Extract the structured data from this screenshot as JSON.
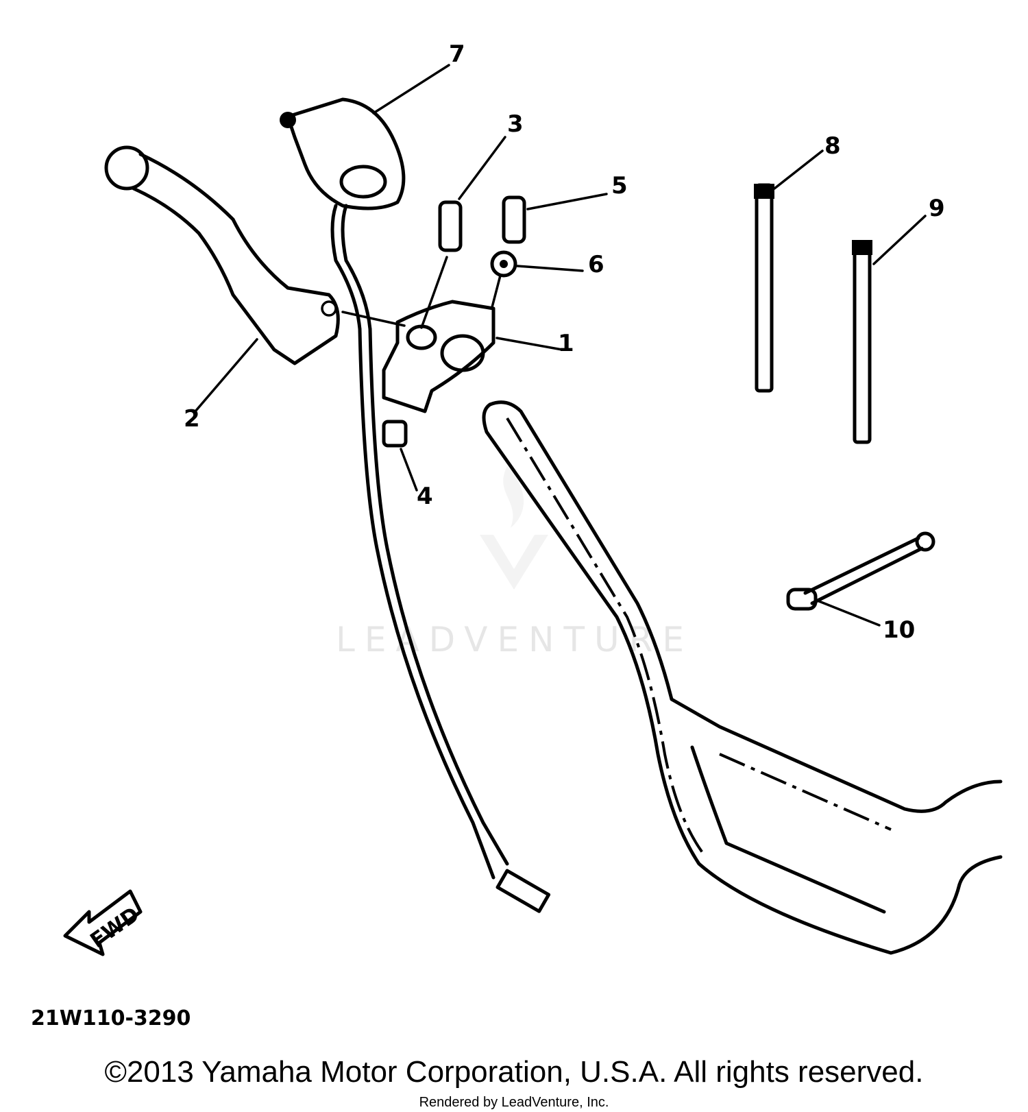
{
  "diagram": {
    "callouts": [
      "1",
      "2",
      "3",
      "4",
      "5",
      "6",
      "7",
      "8",
      "9",
      "10"
    ],
    "direction_arrow": "FWD",
    "diagram_code": "21W110-3290",
    "watermark": "LEADVENTURE"
  },
  "footer": {
    "copyright": "©2013 Yamaha Motor Corporation, U.S.A. All rights reserved.",
    "rendered_by": "Rendered by LeadVenture, Inc."
  }
}
